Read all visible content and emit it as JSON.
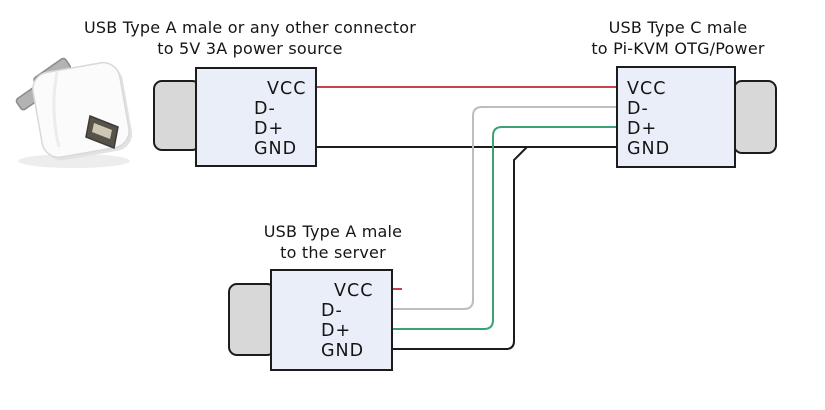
{
  "diagram": {
    "titles": {
      "power_source": {
        "line1": "USB Type A male or any other connector",
        "line2": "to 5V 3A power source"
      },
      "pikvm": {
        "line1": "USB Type C male",
        "line2": "to Pi-KVM OTG/Power"
      },
      "server": {
        "line1": "USB Type A male",
        "line2": "to the server"
      }
    },
    "connectors": {
      "power_source": {
        "pins": [
          "VCC",
          "D-",
          "D+",
          "GND"
        ]
      },
      "pikvm": {
        "pins": [
          "VCC",
          "D-",
          "D+",
          "GND"
        ]
      },
      "server": {
        "pins": [
          "VCC",
          "D-",
          "D+",
          "GND"
        ]
      }
    },
    "wire_colors": {
      "vcc": "#c9414f",
      "d_minus": "#bdbdbd",
      "d_plus": "#3aa376",
      "gnd": "#1c1c1c"
    },
    "palette": {
      "connector_fill": "#e9eef8",
      "connector_border": "#1c1c1c",
      "plug_fill": "#d8d8d8",
      "text": "#151515",
      "background": "#ffffff"
    },
    "icons": {
      "power_adapter": "white-usb-wall-charger-photo"
    }
  }
}
